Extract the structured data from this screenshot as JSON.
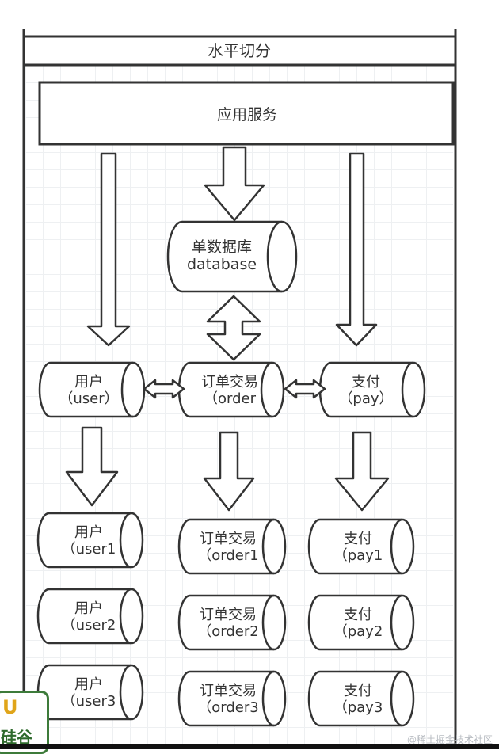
{
  "title": "水平切分",
  "app_service": "应用服务",
  "database": {
    "line1": "单数据库",
    "line2": "database"
  },
  "middle_row": [
    {
      "line1": "用户",
      "line2": "（user）"
    },
    {
      "line1": "订单交易",
      "line2": "（order"
    },
    {
      "line1": "支付",
      "line2": "（pay）"
    }
  ],
  "shards": {
    "user": [
      {
        "line1": "用户",
        "line2": "（user1"
      },
      {
        "line1": "用户",
        "line2": "（user2"
      },
      {
        "line1": "用户",
        "line2": "（user3"
      }
    ],
    "order": [
      {
        "line1": "订单交易",
        "line2": "（order1"
      },
      {
        "line1": "订单交易",
        "line2": "（order2"
      },
      {
        "line1": "订单交易",
        "line2": "（order3"
      }
    ],
    "pay": [
      {
        "line1": "支付",
        "line2": "（pay1"
      },
      {
        "line1": "支付",
        "line2": "（pay2"
      },
      {
        "line1": "支付",
        "line2": "（pay3"
      }
    ]
  },
  "logo": {
    "mark": "U",
    "text": "硅谷"
  },
  "watermark": "@稀土掘金技术社区"
}
